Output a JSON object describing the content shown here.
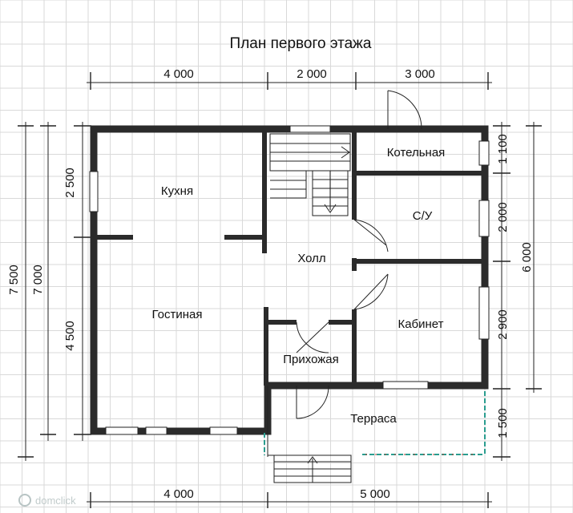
{
  "title": "План первого этажа",
  "rooms": {
    "kitchen": "Кухня",
    "living": "Гостиная",
    "hall": "Холл",
    "boiler": "Котельная",
    "bathroom": "С/У",
    "office": "Кабинет",
    "entry": "Прихожая",
    "terrace": "Терраса"
  },
  "dimensions": {
    "top": [
      "4 000",
      "2 000",
      "3 000"
    ],
    "bottom": [
      "4 000",
      "5 000"
    ],
    "left_inner": [
      "2 500",
      "4 500"
    ],
    "left_outer_a": "7 000",
    "left_outer_b": "7 500",
    "right_inner": [
      "1 100",
      "2 000",
      "2 900",
      "1 500"
    ],
    "right_outer": "6 000"
  },
  "watermark": "domclick"
}
